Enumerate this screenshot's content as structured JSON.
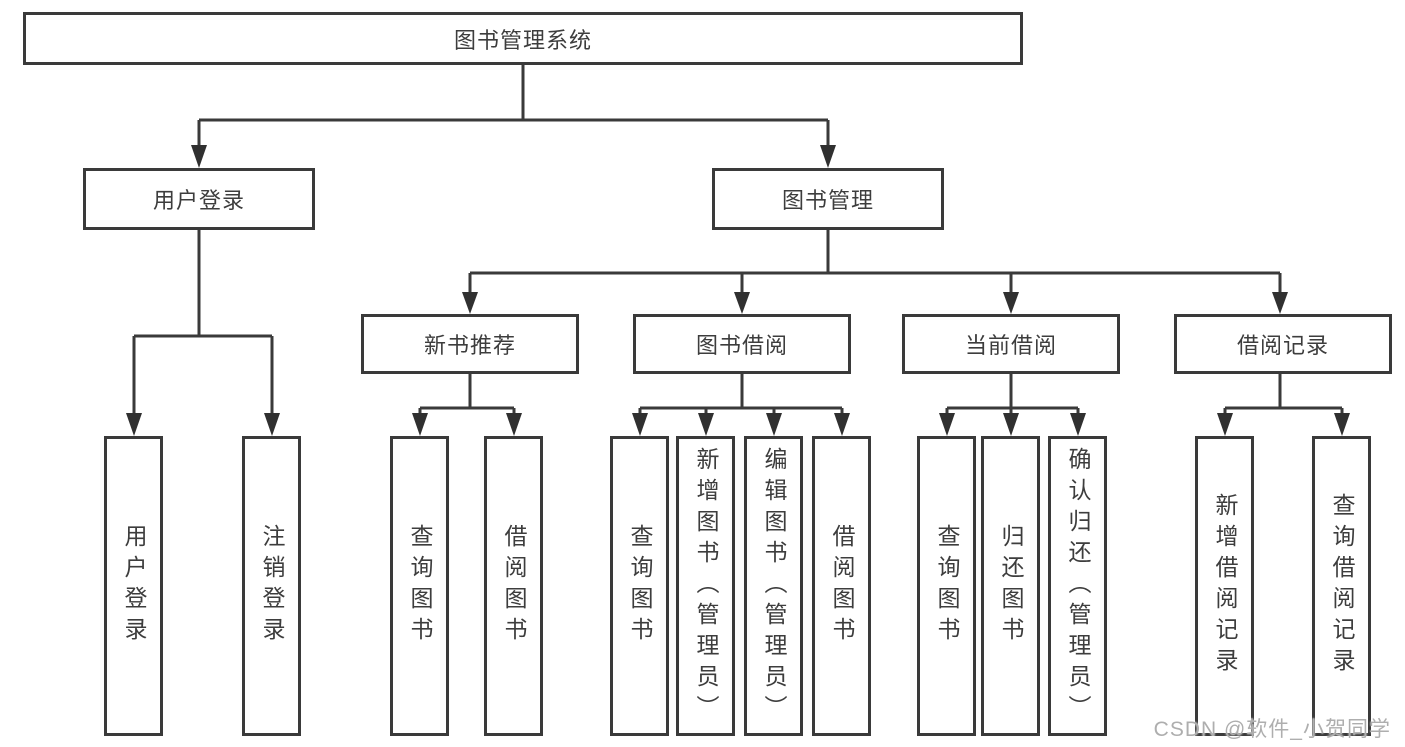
{
  "diagram": {
    "type": "function-tree",
    "title": "图书管理系统"
  },
  "colors": {
    "line": "#3a3a3a",
    "border": "#3a3a3a",
    "text": "#3d3d3d",
    "background": "#ffffff",
    "watermark": "#aeaeae"
  },
  "tree": {
    "root": {
      "label": "图书管理系统"
    },
    "branches": [
      {
        "label": "用户登录",
        "leaves": [
          {
            "label": "用户登录"
          },
          {
            "label": "注销登录"
          }
        ]
      },
      {
        "label": "图书管理",
        "groups": [
          {
            "label": "新书推荐",
            "leaves": [
              {
                "label": "查询图书"
              },
              {
                "label": "借阅图书"
              }
            ]
          },
          {
            "label": "图书借阅",
            "leaves": [
              {
                "label": "查询图书"
              },
              {
                "label": "新增图书（管理员）"
              },
              {
                "label": "编辑图书（管理员）"
              },
              {
                "label": "借阅图书"
              }
            ]
          },
          {
            "label": "当前借阅",
            "leaves": [
              {
                "label": "查询图书"
              },
              {
                "label": "归还图书"
              },
              {
                "label": "确认归还（管理员）"
              }
            ]
          },
          {
            "label": "借阅记录",
            "leaves": [
              {
                "label": "新增借阅记录"
              },
              {
                "label": "查询借阅记录"
              }
            ]
          }
        ]
      }
    ]
  },
  "watermark": {
    "text": "CSDN @软件_小贺同学"
  }
}
